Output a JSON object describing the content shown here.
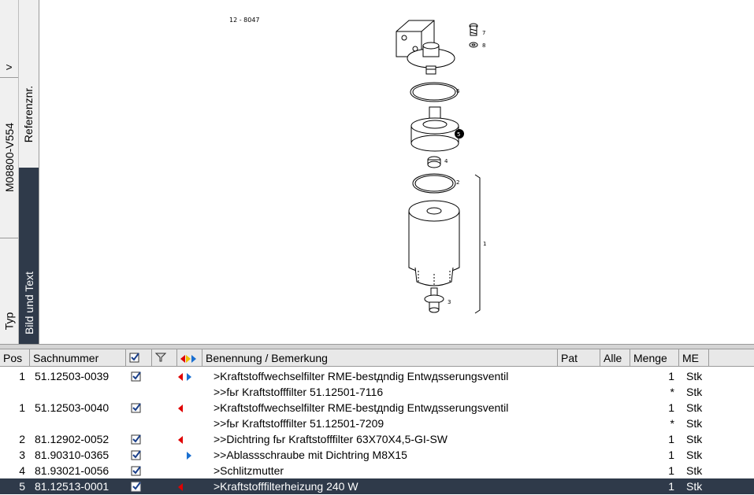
{
  "side_tabs": {
    "collapse": ">",
    "model": "M08800-V554",
    "typ": "Typ",
    "referenznr": "Referenznr.",
    "bild_und_text": "Bild und Text"
  },
  "diagram": {
    "drawing_id": "12 - 8047",
    "callouts": [
      "7",
      "8",
      "6",
      "5",
      "4",
      "2",
      "1",
      "3"
    ]
  },
  "table": {
    "columns": {
      "pos": "Pos",
      "sachnummer": "Sachnummer",
      "check_icon": "check-list-icon",
      "filter_icon": "filter-icon",
      "arrows_icon": "left-right-arrows-icon",
      "benennung": "Benennung / Bemerkung",
      "pat": "Pat",
      "alle": "Alle",
      "menge": "Menge",
      "me": "ME"
    },
    "rows": [
      {
        "pos": "1",
        "sach": "51.12503-0039",
        "check": true,
        "left": true,
        "right": true,
        "text": ">Kraftstoffwechselfilter RME-bestдndig Entwдsserungsventil",
        "menge": "1",
        "me": "Stk"
      },
      {
        "pos": "",
        "sach": "",
        "check": false,
        "left": false,
        "right": false,
        "text": ">>fьr Kraftstofffilter 51.12501-7116",
        "menge": "*",
        "me": "Stk"
      },
      {
        "pos": "1",
        "sach": "51.12503-0040",
        "check": true,
        "left": true,
        "right": false,
        "text": ">Kraftstoffwechselfilter RME-bestдndig Entwдsserungsventil",
        "menge": "1",
        "me": "Stk"
      },
      {
        "pos": "",
        "sach": "",
        "check": false,
        "left": false,
        "right": false,
        "text": ">>fьr Kraftstofffilter 51.12501-7209",
        "menge": "*",
        "me": "Stk"
      },
      {
        "pos": "2",
        "sach": "81.12902-0052",
        "check": true,
        "left": true,
        "right": false,
        "text": ">>Dichtring fьr Kraftstofffilter 63X70X4,5-GI-SW",
        "menge": "1",
        "me": "Stk"
      },
      {
        "pos": "3",
        "sach": "81.90310-0365",
        "check": true,
        "left": false,
        "right": true,
        "text": ">>Ablassschraube mit Dichtring M8X15",
        "menge": "1",
        "me": "Stk"
      },
      {
        "pos": "4",
        "sach": "81.93021-0056",
        "check": true,
        "left": false,
        "right": false,
        "text": ">Schlitzmutter",
        "menge": "1",
        "me": "Stk"
      },
      {
        "pos": "5",
        "sach": "81.12513-0001",
        "check": true,
        "left": true,
        "right": false,
        "text": ">Kraftstofffilterheizung 240 W",
        "menge": "1",
        "me": "Stk",
        "selected": true
      }
    ]
  },
  "colors": {
    "selected_row": "#2f3a4a",
    "arrow_left": "#e00000",
    "arrow_right": "#1a6fd0"
  }
}
